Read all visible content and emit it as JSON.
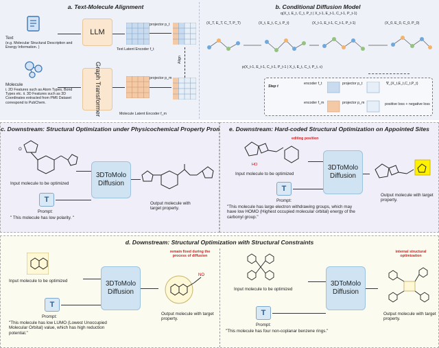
{
  "panel_a": {
    "title": "a. Text-Molecule Alignment",
    "text_label": "Text",
    "text_desc": "(e.g. Molecular Structural Description and Energy Information. )",
    "llm": "LLM",
    "text_encoder": "Text Latent Encoder f_t",
    "projector_t": "projector p_t",
    "align": "Align",
    "molecule_label": "Molecule",
    "molecule_desc": "i. 2D Features such as Atom Types, Bond Types etc.  ii. 3D Features such as 3D Coordinates extracted from PM6 Dataset correspond to PubChem.",
    "graph_transformer": "Graph Transformer",
    "projector_m": "projector p_m",
    "mol_encoder": "Molecule Latent Encoder f_m"
  },
  "panel_b": {
    "title": "b. Conditional Diffusion Model",
    "state_T": "(X_T, E_T, C_T, P_T)",
    "state_t": "(X_t, E_t, C_t, P_t)",
    "state_t1": "(X_t-1, E_t-1, C_t-1, P_t-1)",
    "state_0": "(X_0, E_0, C_0, P_0)",
    "q_label": "q(X_t, E_t, C_t, P_t | X_t-1, E_t-1, C_t-1, P_t-1)",
    "p_label": "p(X_t-1, E_t-1, C_t-1, P_t-1 | X_t, E_t, C_t, P_t, c)",
    "step": "Step t",
    "encoder_t": "encoder f_t",
    "encoder_m": "encoder f_m",
    "projector_t": "projector p_t",
    "projector_m": "projector p_m",
    "grad": "∇_(X_t,E_t,C_t,P_t)",
    "loss": "positive loss + negative loss"
  },
  "panel_c": {
    "title": "c. Downstream: Structural Optimization under Physicochemical Property Prompts",
    "input": "Input molecule to be optimized",
    "model": "3DToMolo Diffusion",
    "output": "Output molecule with target property.",
    "prompt_label": "Prompt:",
    "prompt_text": "\" This molecule has low polarity. \""
  },
  "panel_e": {
    "title": "e. Downstream: Hard-coded Structural Optimization on Appointed Sites",
    "editing": "editing position",
    "input": "Input molecule to be optimized",
    "model": "3DToMolo Diffusion",
    "output": "Output molecule with target property.",
    "prompt_label": "Prompt:",
    "prompt_text": "\"This molecule has large electron withdrawing groups, which may have low HOMO (Highest occupied molecular orbital) energy of the carbonyl group.\""
  },
  "panel_d": {
    "title": "d. Downstream: Structural Optimization with Structural Constraints",
    "left_input": "Input molecule to be optimized",
    "left_model": "3DToMolo Diffusion",
    "left_fixed": "remain fixed during the process of diffusion",
    "left_output": "Output molecule with target property.",
    "left_prompt_label": "Prompt:",
    "left_prompt_text": "\"This molecule has low LUMO (Lowest Unoccupied Molecular Orbital) value, which has high reduction potential.\"",
    "right_input": "Input molecule to be optimized",
    "right_model": "3DToMolo Diffusion",
    "right_internal": "internal structural optimization",
    "right_output": "Output molecule with target property.",
    "right_prompt_label": "Prompt:",
    "right_prompt_text": "\"This molecule has four non-coplanar benzene rings.\""
  },
  "colors": {
    "top_band": "#eef1f8",
    "panel_c_bg": "#f0eef8",
    "panel_d_bg": "#fbfbf0",
    "llm_fill": "#fbe7cf",
    "diffusion_fill": "#cfe3f2",
    "highlight_red": "#d21f1f"
  }
}
